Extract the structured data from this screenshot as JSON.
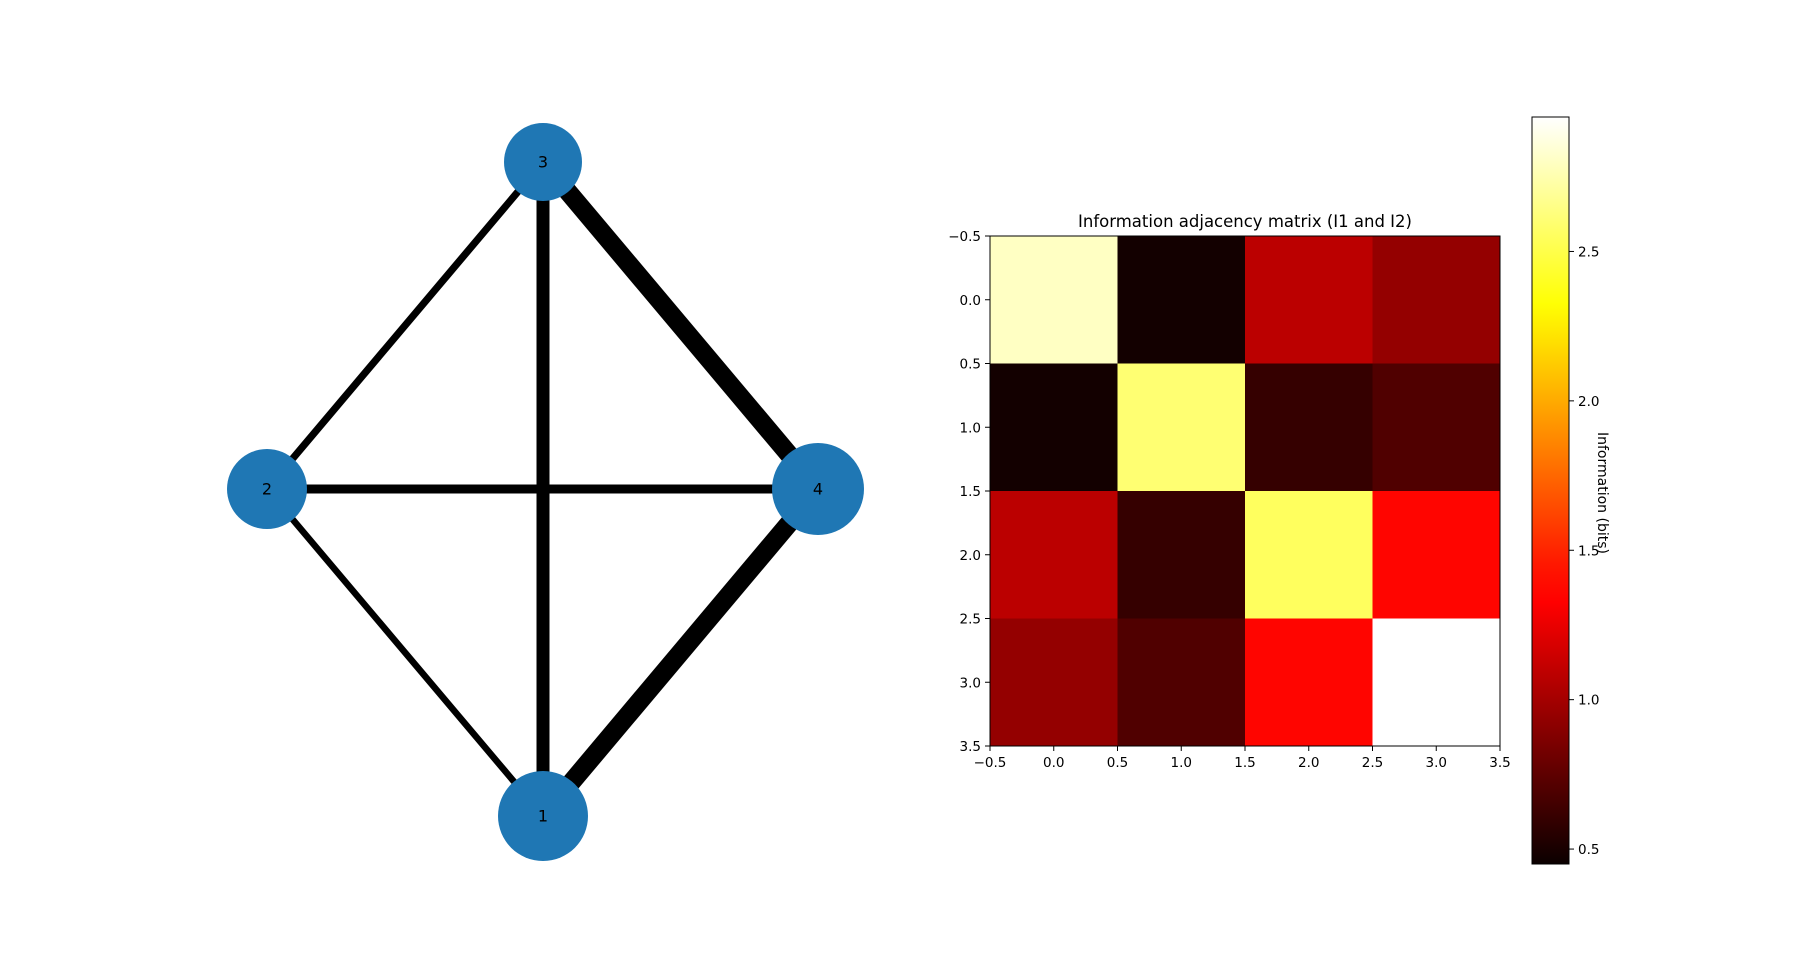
{
  "network": {
    "nodes": [
      {
        "id": "1",
        "label": "1"
      },
      {
        "id": "2",
        "label": "2"
      },
      {
        "id": "3",
        "label": "3"
      },
      {
        "id": "4",
        "label": "4"
      }
    ],
    "edges": [
      {
        "source": "3",
        "target": "2",
        "weight": 0.55
      },
      {
        "source": "3",
        "target": "4",
        "weight": 1.45
      },
      {
        "source": "3",
        "target": "1",
        "weight": 1.0
      },
      {
        "source": "2",
        "target": "4",
        "weight": 0.7
      },
      {
        "source": "2",
        "target": "1",
        "weight": 0.5
      },
      {
        "source": "4",
        "target": "1",
        "weight": 1.45
      }
    ],
    "node_color": "#1f77b4",
    "edge_color": "#000000"
  },
  "chart_data": {
    "type": "heatmap",
    "title": "Information adjacency matrix (I1 and I2)",
    "colormap": "hot",
    "matrix": [
      [
        2.8,
        0.48,
        1.08,
        0.94
      ],
      [
        0.48,
        2.6,
        0.6,
        0.7
      ],
      [
        1.08,
        0.6,
        2.55,
        1.38
      ],
      [
        0.94,
        0.7,
        1.38,
        2.95
      ]
    ],
    "xlim": [
      -0.5,
      3.5
    ],
    "ylim": [
      3.5,
      -0.5
    ],
    "xticks": [
      "−0.5",
      "0.0",
      "0.5",
      "1.0",
      "1.5",
      "2.0",
      "2.5",
      "3.0",
      "3.5"
    ],
    "yticks": [
      "−0.5",
      "0.0",
      "0.5",
      "1.0",
      "1.5",
      "2.0",
      "2.5",
      "3.0",
      "3.5"
    ],
    "colorbar": {
      "label": "Information (bits)",
      "vmin": 0.45,
      "vmax": 2.95,
      "ticks": [
        {
          "value": 0.5,
          "label": "0.5"
        },
        {
          "value": 1.0,
          "label": "1.0"
        },
        {
          "value": 1.5,
          "label": "1.5"
        },
        {
          "value": 2.0,
          "label": "2.0"
        },
        {
          "value": 2.5,
          "label": "2.5"
        }
      ]
    }
  }
}
